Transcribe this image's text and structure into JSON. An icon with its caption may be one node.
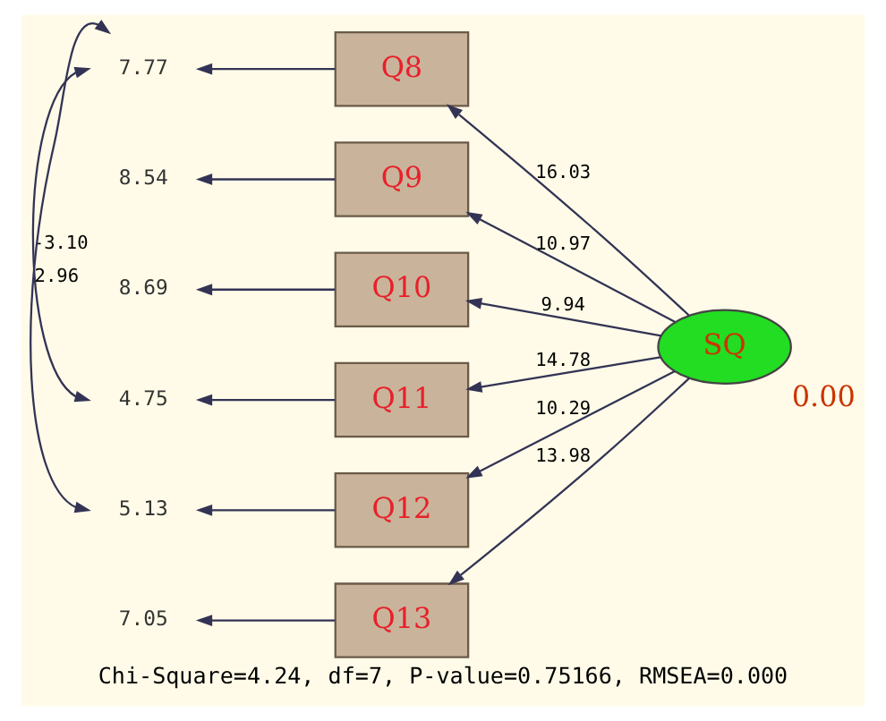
{
  "diagram": {
    "caption": "Chi-Square=4.24, df=7, P-value=0.75166, RMSEA=0.000",
    "nodes": [
      {
        "text": [
          "Q8"
        ]
      },
      {
        "text": [
          "Q9"
        ]
      },
      {
        "text": [
          "Q10"
        ]
      },
      {
        "text": [
          "Q11"
        ]
      },
      {
        "text": [
          "Q12"
        ]
      },
      {
        "text": [
          "Q13"
        ]
      },
      {
        "text": [
          "SQ"
        ],
        "beside": [
          "0.00"
        ]
      },
      {
        "text": [
          "7.77"
        ]
      },
      {
        "text": [
          "8.54"
        ]
      },
      {
        "text": [
          "8.69"
        ]
      },
      {
        "text": [
          "4.75"
        ]
      },
      {
        "text": [
          "5.13"
        ]
      },
      {
        "text": [
          "7.05"
        ]
      }
    ],
    "edges": [
      {
        "from": 6,
        "to": 0,
        "arrow": "to",
        "label": "16.03"
      },
      {
        "from": 6,
        "to": 1,
        "arrow": "to",
        "label": "10.97"
      },
      {
        "from": 6,
        "to": 2,
        "arrow": "to",
        "label": "9.94"
      },
      {
        "from": 6,
        "to": 3,
        "arrow": "to",
        "label": "14.78"
      },
      {
        "from": 6,
        "to": 4,
        "arrow": "to",
        "label": "10.29"
      },
      {
        "from": 6,
        "to": 5,
        "arrow": "to",
        "label": "13.98"
      },
      {
        "from": 0,
        "to": 7,
        "arrow": "to"
      },
      {
        "from": 1,
        "to": 8,
        "arrow": "to"
      },
      {
        "from": 2,
        "to": 9,
        "arrow": "to"
      },
      {
        "from": 3,
        "to": 10,
        "arrow": "to"
      },
      {
        "from": 4,
        "to": 11,
        "arrow": "to"
      },
      {
        "from": 5,
        "to": 12,
        "arrow": "to"
      },
      {
        "from": 7,
        "to": 10,
        "arrow": "both",
        "label": "-3.10"
      },
      {
        "from": 7,
        "to": 11,
        "arrow": "both",
        "label": "2.96"
      }
    ]
  }
}
